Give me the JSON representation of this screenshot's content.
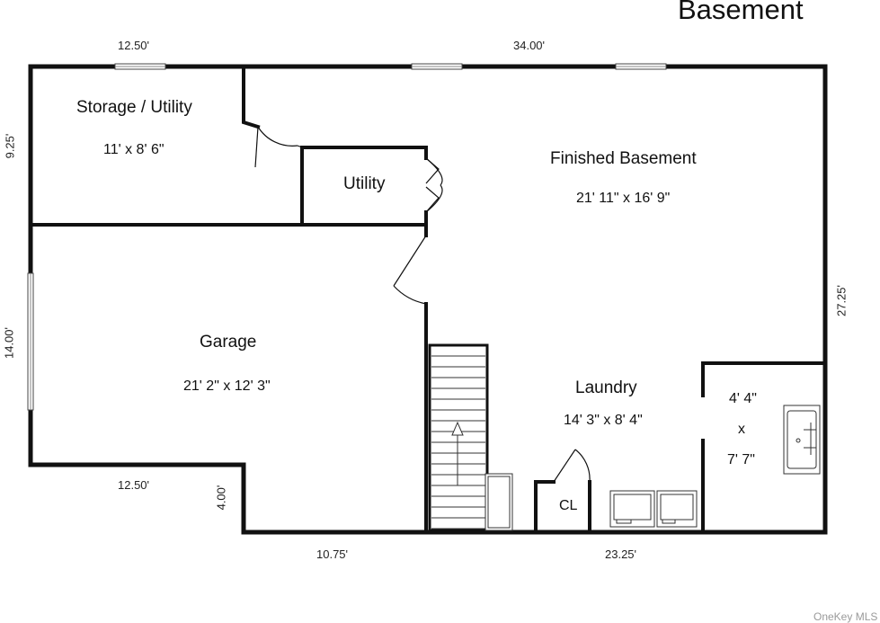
{
  "title": "Basement",
  "watermark": "OneKey MLS",
  "rooms": {
    "storage": {
      "name": "Storage / Utility",
      "dims": "11' x 8' 6\""
    },
    "utility": {
      "name": "Utility"
    },
    "finished": {
      "name": "Finished Basement",
      "dims": "21' 11\" x 16' 9\""
    },
    "garage": {
      "name": "Garage",
      "dims": "21' 2\" x 12' 3\""
    },
    "laundry": {
      "name": "Laundry",
      "dims": "14' 3\" x 8' 4\""
    },
    "bath": {
      "line1": "4' 4\"",
      "line2": "x",
      "line3": "7' 7\""
    },
    "closet": {
      "name": "CL"
    }
  },
  "dimensions": {
    "top_left": "12.50'",
    "top_right": "34.00'",
    "left_upper": "9.25'",
    "left_lower": "14.00'",
    "right": "27.25'",
    "garage_bottom": "12.50'",
    "garage_step": "4.00'",
    "bottom_left": "10.75'",
    "bottom_right": "23.25'"
  },
  "colors": {
    "wall": "#111111",
    "background": "#ffffff",
    "window": "#ffffff"
  }
}
